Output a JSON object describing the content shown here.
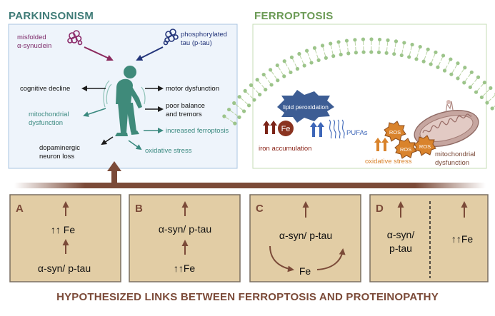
{
  "parkinsonism": {
    "title": "PARKINSONISM",
    "synuclein_line1": "misfolded",
    "synuclein_line2": "α-synuclein",
    "ptau_line1": "phosphorylated",
    "ptau_line2": "tau (p-tau)",
    "cognitive_decline": "cognitive decline",
    "motor_dysfunction": "motor dysfunction",
    "poor_balance_line1": "poor balance",
    "poor_balance_line2": "and tremors",
    "mito_line1": "mitochondrial",
    "mito_line2": "dysfunction",
    "increased_ferroptosis": "increased ferroptosis",
    "oxidative_stress": "oxidative stress",
    "dopa_line1": "dopaminergic",
    "dopa_line2": "neuron loss"
  },
  "ferroptosis": {
    "title": "FERROPTOSIS",
    "lipid_peroxidation": "lipid peroxidation",
    "pufas": "PUFAs",
    "fe_label": "Fe",
    "iron_accumulation": "iron accumulation",
    "oxidative_stress": "oxidative stress",
    "ros": "ROS",
    "mito_line1": "mitochondrial",
    "mito_line2": "dysfunction"
  },
  "panels": {
    "a": {
      "letter": "A",
      "upper": "↑↑ Fe",
      "lower": "α-syn/ p-tau"
    },
    "b": {
      "letter": "B",
      "upper": "α-syn/ p-tau",
      "lower": "↑↑Fe"
    },
    "c": {
      "letter": "C",
      "upper": "α-syn/ p-tau",
      "lower": "Fe"
    },
    "d": {
      "letter": "D",
      "left_line1": "α-syn/",
      "left_line2": "p-tau",
      "right": "↑↑Fe"
    }
  },
  "footer": "HYPOTHESIZED LINKS BETWEEN FERROPTOSIS AND PROTEINOPATHY",
  "colors": {
    "teal_title": "#3f7b77",
    "green_title": "#6b9a55",
    "brown": "#7b4a38",
    "panel_fill": "#e2cda5",
    "panel_border": "#7a6f60",
    "blue_box_fill": "#eef4fb",
    "blue_box_border": "#a9c4e0",
    "purple": "#7d2a6a",
    "navy": "#23357a",
    "teal": "#3b8a80",
    "figure_green": "#3f8a7a",
    "lipid_blue": "#3d5d94"
  }
}
